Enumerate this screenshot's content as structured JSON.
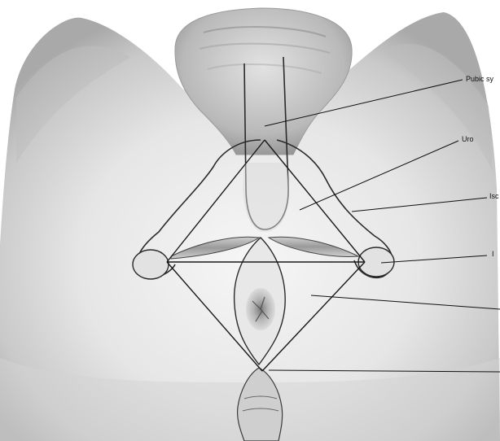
{
  "labels": {
    "pubic_symphysis": "Pubic sy",
    "urogenital_triangle": "Uro",
    "ischial": "Isc",
    "ischial_tuberosity": "I",
    "anal_triangle": "",
    "coccyx": ""
  },
  "colors": {
    "background": "#ffffff",
    "outline": "#2a2a2a",
    "leader_line": "#111111"
  }
}
